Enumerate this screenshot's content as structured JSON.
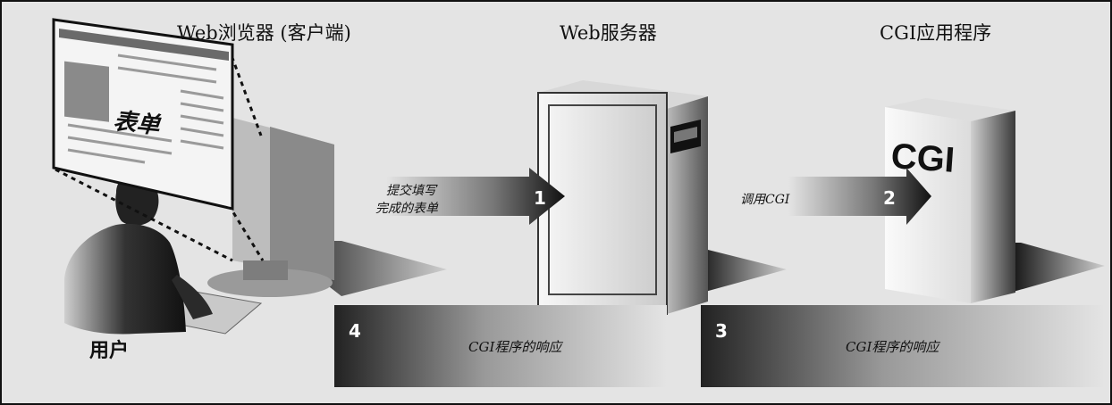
{
  "labels": {
    "browser_title": "Web浏览器 (客户端)",
    "server_title": "Web服务器",
    "cgi_title": "CGI应用程序",
    "user": "用户",
    "form": "表单"
  },
  "flow": {
    "step1_text_line1": "提交填写",
    "step1_text_line2": "完成的表单",
    "step1_num": "1",
    "step2_text": "调用CGI",
    "step2_num": "2",
    "step3_num": "3",
    "step3_text": "CGI程序的响应",
    "step4_num": "4",
    "step4_text": "CGI程序的响应"
  },
  "cgi_box_label": "CGI"
}
